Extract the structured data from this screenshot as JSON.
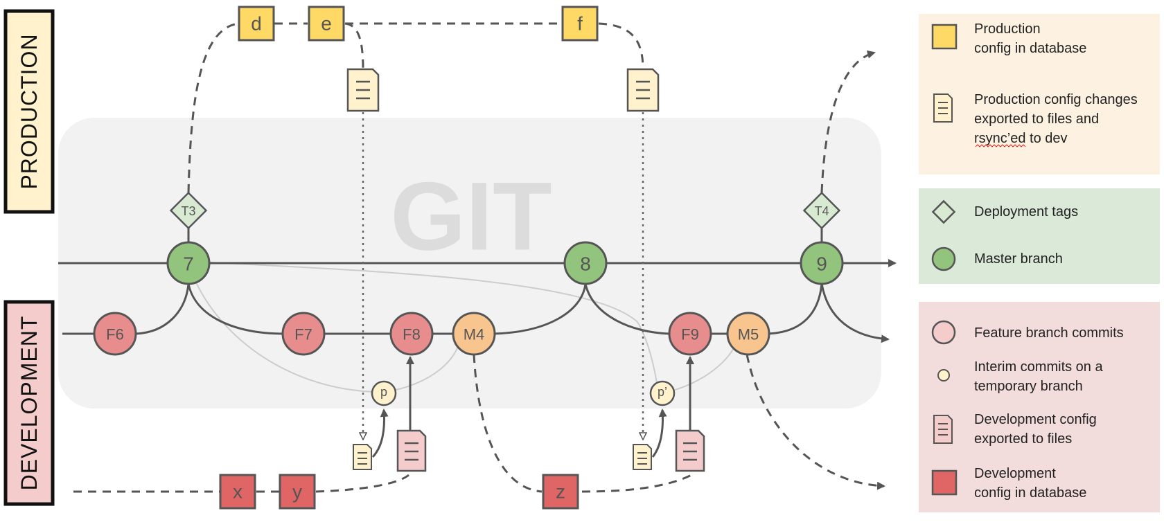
{
  "watermark": "GIT",
  "sections": {
    "production": "PRODUCTION",
    "development": "DEVELOPMENT"
  },
  "master_commits": [
    "7",
    "8",
    "9"
  ],
  "feature_commits": [
    "F6",
    "F7",
    "F8",
    "F9"
  ],
  "merge_commits": [
    "M4",
    "M5"
  ],
  "interim_commits": [
    "p",
    "p’"
  ],
  "deployment_tags": [
    "T3",
    "T4"
  ],
  "production_configs": [
    "d",
    "e",
    "f"
  ],
  "development_configs": [
    "x",
    "y",
    "z"
  ],
  "legend": {
    "production_config_db": [
      "Production",
      "config in database"
    ],
    "production_config_files": [
      "Production config changes",
      "exported to files and",
      "rsync’ed to dev"
    ],
    "deployment_tags": "Deployment tags",
    "master_branch": "Master branch",
    "feature_commits": "Feature branch commits",
    "interim_commits": [
      "Interim commits on a",
      "temporary branch"
    ],
    "dev_config_files": [
      "Development config",
      "exported to files"
    ],
    "dev_config_db": [
      "Development",
      "config in database"
    ]
  },
  "colors": {
    "production_bg": "#fdf2e1",
    "master_bg": "#dbe9d8",
    "development_bg": "#f3dcdc",
    "git_bg": "#f2f2f2",
    "master_node": "#93c47d",
    "feature_node": "#e88d8d",
    "merge_node": "#f9c58f",
    "interim_node": "#fff2cc",
    "tag": "#d9ead3",
    "prod_db": "#ffd966",
    "prod_file": "#fff2cc",
    "dev_db": "#e06666",
    "dev_file": "#f4cccc",
    "line": "#555555"
  }
}
